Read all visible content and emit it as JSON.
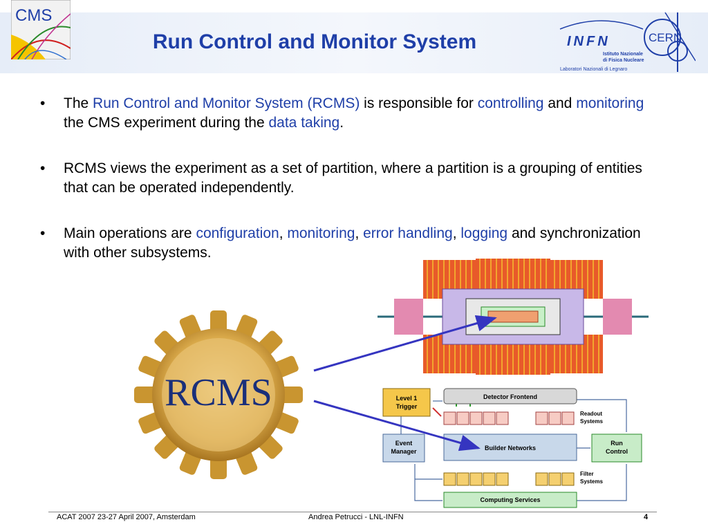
{
  "title": "Run Control and Monitor System",
  "logos": {
    "cms": "CMS",
    "infn_main": "INFN",
    "infn_line1": "Istituto Nazionale",
    "infn_line2": "di Fisica Nucleare",
    "infn_line3": "Laboratori Nazionali di Legnaro",
    "cern": "CERN",
    "rcms": "RCMS"
  },
  "bullets": [
    [
      {
        "t": "The ",
        "hl": false
      },
      {
        "t": "Run Control and Monitor System (RCMS)",
        "hl": true
      },
      {
        "t": " is responsible for ",
        "hl": false
      },
      {
        "t": "controlling",
        "hl": true
      },
      {
        "t": " and ",
        "hl": false
      },
      {
        "t": "monitoring",
        "hl": true
      },
      {
        "t": " the CMS experiment during the ",
        "hl": false
      },
      {
        "t": "data taking",
        "hl": true
      },
      {
        "t": ".",
        "hl": false
      }
    ],
    [
      {
        "t": "RCMS views the experiment as a set of partition, where a partition is a grouping of entities that can be operated independently.",
        "hl": false
      }
    ],
    [
      {
        "t": "Main operations are ",
        "hl": false
      },
      {
        "t": "configuration",
        "hl": true
      },
      {
        "t": ", ",
        "hl": false
      },
      {
        "t": "monitoring",
        "hl": true
      },
      {
        "t": ", ",
        "hl": false
      },
      {
        "t": "error handling",
        "hl": true
      },
      {
        "t": ", ",
        "hl": false
      },
      {
        "t": "logging",
        "hl": true
      },
      {
        "t": " and synchronization with other subsystems.",
        "hl": false
      }
    ]
  ],
  "diagram": {
    "level1_line1": "Level 1",
    "level1_line2": "Trigger",
    "detector_frontend": "Detector Frontend",
    "readout_line1": "Readout",
    "readout_line2": "Systems",
    "event_line1": "Event",
    "event_line2": "Manager",
    "builder_networks": "Builder Networks",
    "run_line1": "Run",
    "run_line2": "Control",
    "filter_line1": "Filter",
    "filter_line2": "Systems",
    "computing_services": "Computing Services"
  },
  "footer": {
    "left": "ACAT 2007 23-27 April 2007, Amsterdam",
    "center": "Andrea Petrucci -  LNL-INFN",
    "page": "4"
  },
  "colors": {
    "title": "#1f3fa8",
    "highlight": "#1f3fa8",
    "arrow": "#3535c0",
    "header_bg": "#e6edf8"
  }
}
